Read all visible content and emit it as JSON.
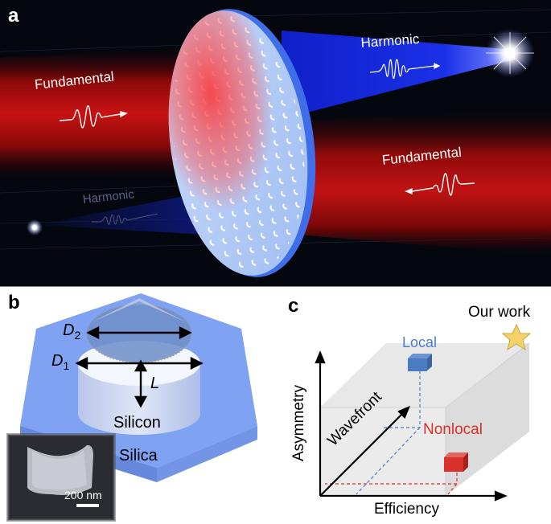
{
  "panels": {
    "a": {
      "letter": "a",
      "labels": {
        "fundamental_in": "Fundamental",
        "harmonic_out": "Harmonic",
        "fundamental_reflected": "Fundamental",
        "harmonic_faint": "Harmonic"
      },
      "colors": {
        "background": "#05070f",
        "fundamental_beam": "#c01010",
        "harmonic_beam": "#1a2de0",
        "metasurface": "#a9c6f5",
        "metasurface_edge": "#3f6ee8"
      }
    },
    "b": {
      "letter": "b",
      "labels": {
        "d2": "D",
        "d2_sub": "2",
        "d1": "D",
        "d1_sub": "1",
        "length": "L",
        "pillar": "Silicon",
        "substrate": "Silica",
        "scale_bar": "200 nm"
      },
      "colors": {
        "substrate": "#7b9ff0",
        "pillar_top": "#f2f5fb",
        "top_disk": "#6f8fc9"
      }
    },
    "c": {
      "letter": "c",
      "labels": {
        "our_work": "Our work",
        "local": "Local",
        "nonlocal": "Nonlocal",
        "x_axis": "Efficiency",
        "y_axis": "Asymmetry",
        "z_axis": "Wavefront"
      },
      "colors": {
        "local": "#4a7cc2",
        "nonlocal": "#d9312b",
        "star": "#f3d26a",
        "box": "#e8e8e8"
      }
    }
  }
}
